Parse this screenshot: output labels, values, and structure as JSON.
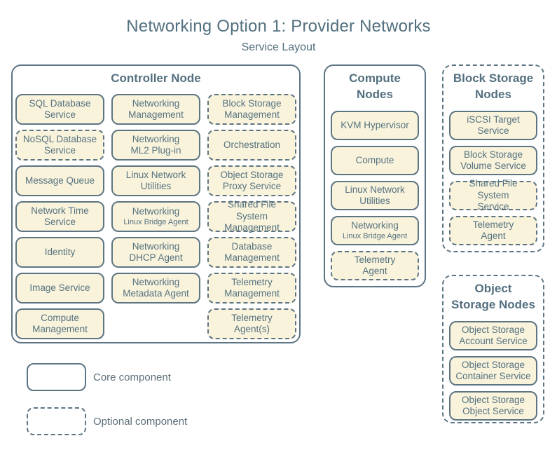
{
  "title": "Networking Option 1: Provider Networks",
  "subtitle": "Service Layout",
  "colors": {
    "background": "#ffffff",
    "line": "#5d7583",
    "fill": "#f9f3dc",
    "text": "#55727f",
    "heading": "#53707f",
    "legend_text": "#5e6f7a"
  },
  "groups": [
    {
      "id": "controller",
      "label": "Controller Node",
      "border": "solid",
      "services": [
        {
          "label": "SQL Database\nService",
          "optional": false,
          "col": 1,
          "row": 1
        },
        {
          "label": "Networking\nManagement",
          "optional": false,
          "col": 2,
          "row": 1
        },
        {
          "label": "Block Storage\nManagement",
          "optional": true,
          "col": 3,
          "row": 1
        },
        {
          "label": "NoSQL Database\nService",
          "optional": true,
          "col": 1,
          "row": 2
        },
        {
          "label": "Networking\nML2 Plug-in",
          "optional": false,
          "col": 2,
          "row": 2
        },
        {
          "label": "Orchestration",
          "optional": true,
          "col": 3,
          "row": 2
        },
        {
          "label": "Message Queue",
          "optional": false,
          "col": 1,
          "row": 3
        },
        {
          "label": "Linux Network\nUtilities",
          "optional": false,
          "col": 2,
          "row": 3
        },
        {
          "label": "Object Storage\nProxy Service",
          "optional": true,
          "col": 3,
          "row": 3
        },
        {
          "label": "Network Time\nService",
          "optional": false,
          "col": 1,
          "row": 4
        },
        {
          "label": "Networking",
          "sublabel": "Linux Bridge Agent",
          "optional": false,
          "col": 2,
          "row": 4
        },
        {
          "label": "Shared File System\nManagement",
          "optional": true,
          "col": 3,
          "row": 4
        },
        {
          "label": "Identity",
          "optional": false,
          "col": 1,
          "row": 5
        },
        {
          "label": "Networking\nDHCP Agent",
          "optional": false,
          "col": 2,
          "row": 5
        },
        {
          "label": "Database\nManagement",
          "optional": true,
          "col": 3,
          "row": 5
        },
        {
          "label": "Image Service",
          "optional": false,
          "col": 1,
          "row": 6
        },
        {
          "label": "Networking\nMetadata Agent",
          "optional": false,
          "col": 2,
          "row": 6
        },
        {
          "label": "Telemetry\nManagement",
          "optional": true,
          "col": 3,
          "row": 6
        },
        {
          "label": "Compute\nManagement",
          "optional": false,
          "col": 1,
          "row": 7
        },
        {
          "label": "Telemetry\nAgent(s)",
          "optional": true,
          "col": 3,
          "row": 7
        }
      ]
    },
    {
      "id": "compute",
      "label": "Compute\nNodes",
      "border": "solid",
      "services": [
        {
          "label": "KVM Hypervisor",
          "optional": false,
          "col": 1,
          "row": 1
        },
        {
          "label": "Compute",
          "optional": false,
          "col": 1,
          "row": 2
        },
        {
          "label": "Linux Network\nUtilities",
          "optional": false,
          "col": 1,
          "row": 3
        },
        {
          "label": "Networking",
          "sublabel": "Linux Bridge Agent",
          "optional": false,
          "col": 1,
          "row": 4
        },
        {
          "label": "Telemetry\nAgent",
          "optional": true,
          "col": 1,
          "row": 5
        }
      ]
    },
    {
      "id": "block-storage",
      "label": "Block Storage\nNodes",
      "border": "dashed",
      "services": [
        {
          "label": "iSCSI Target\nService",
          "optional": false,
          "col": 1,
          "row": 1
        },
        {
          "label": "Block Storage\nVolume Service",
          "optional": false,
          "col": 1,
          "row": 2
        },
        {
          "label": "Shared File System\nService",
          "optional": true,
          "col": 1,
          "row": 3
        },
        {
          "label": "Telemetry\nAgent",
          "optional": true,
          "col": 1,
          "row": 4
        }
      ]
    },
    {
      "id": "object-storage",
      "label": "Object\nStorage Nodes",
      "border": "dashed",
      "services": [
        {
          "label": "Object Storage\nAccount Service",
          "optional": false,
          "col": 1,
          "row": 1
        },
        {
          "label": "Object Storage\nContainer Service",
          "optional": false,
          "col": 1,
          "row": 2
        },
        {
          "label": "Object Storage\nObject Service",
          "optional": false,
          "col": 1,
          "row": 3
        }
      ]
    }
  ],
  "legend": {
    "core": {
      "style": "solid",
      "label": "Core component"
    },
    "optional": {
      "style": "dashed",
      "label": "Optional component"
    }
  }
}
